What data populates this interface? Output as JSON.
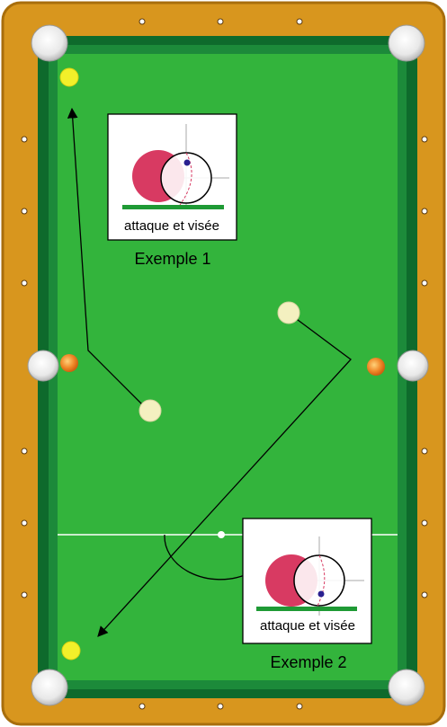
{
  "colors": {
    "rail": "#d8961e",
    "rail_edge": "#a86e0c",
    "cushion": "#0e6a2c",
    "felt": "#33b43c",
    "cue_ball": "#f4f0c0",
    "yellow_ball": "#f2f02a",
    "orange_ball": "#f08a2a",
    "object_ball_diagram": "#d83a62",
    "baseline_green": "#1f9a35",
    "aim_dot": "#2a2090"
  },
  "example1": {
    "card_label": "attaque et visée",
    "caption": "Exemple 1"
  },
  "example2": {
    "card_label": "attaque et visée",
    "caption": "Exemple 2"
  },
  "icons": [
    "pocket-icon",
    "diamond-icon",
    "ball-icon",
    "arrow-icon"
  ]
}
